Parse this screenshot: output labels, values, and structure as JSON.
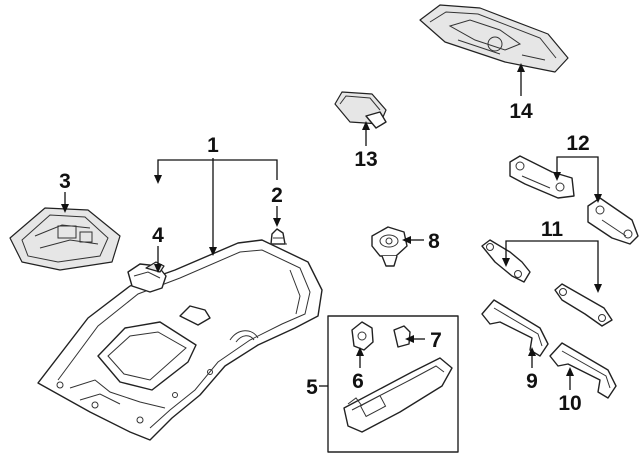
{
  "callouts": [
    {
      "id": "1",
      "text": "1"
    },
    {
      "id": "2",
      "text": "2"
    },
    {
      "id": "3",
      "text": "3"
    },
    {
      "id": "4",
      "text": "4"
    },
    {
      "id": "5",
      "text": "5"
    },
    {
      "id": "6",
      "text": "6"
    },
    {
      "id": "7",
      "text": "7"
    },
    {
      "id": "8",
      "text": "8"
    },
    {
      "id": "9",
      "text": "9"
    },
    {
      "id": "10",
      "text": "10"
    },
    {
      "id": "11",
      "text": "11"
    },
    {
      "id": "12",
      "text": "12"
    },
    {
      "id": "13",
      "text": "13"
    },
    {
      "id": "14",
      "text": "14"
    }
  ],
  "colors": {
    "line": "#111111",
    "part_fill": "#ffffff",
    "part_shade": "#e6e6e6"
  }
}
